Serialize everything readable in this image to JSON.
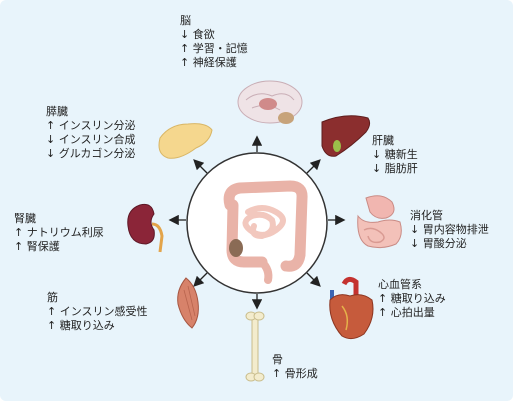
{
  "colors": {
    "background": "#e8f4fb",
    "circle_stroke": "#333333",
    "arrow": "#222222",
    "text": "#222222"
  },
  "organs": {
    "brain": {
      "title": "脳",
      "items": [
        "↓ 食欲",
        "↑ 学習・記憶",
        "↑ 神経保護"
      ],
      "icon": "brain-icon"
    },
    "pancreas": {
      "title": "膵臓",
      "items": [
        "↑ インスリン分泌",
        "↓ インスリン合成",
        "↓ グルカゴン分泌"
      ],
      "icon": "pancreas-icon"
    },
    "liver": {
      "title": "肝臓",
      "items": [
        "↓ 糖新生",
        "↓ 脂肪肝"
      ],
      "icon": "liver-icon"
    },
    "kidney": {
      "title": "腎臓",
      "items": [
        "↑ ナトリウム利尿",
        "↑ 腎保護"
      ],
      "icon": "kidney-icon"
    },
    "digestive": {
      "title": "消化管",
      "items": [
        "↓ 胃内容物排泄",
        "↓ 胃酸分泌"
      ],
      "icon": "stomach-icon"
    },
    "muscle": {
      "title": "筋",
      "items": [
        "↑ インスリン感受性",
        "↑ 糖取り込み"
      ],
      "icon": "muscle-icon"
    },
    "cardio": {
      "title": "心血管系",
      "items": [
        "↑ 糖取り込み",
        "↑ 心拍出量"
      ],
      "icon": "heart-icon"
    },
    "bone": {
      "title": "骨",
      "items": [
        "↑ 骨形成"
      ],
      "icon": "bone-icon"
    }
  },
  "center": {
    "icon": "intestine-icon"
  }
}
